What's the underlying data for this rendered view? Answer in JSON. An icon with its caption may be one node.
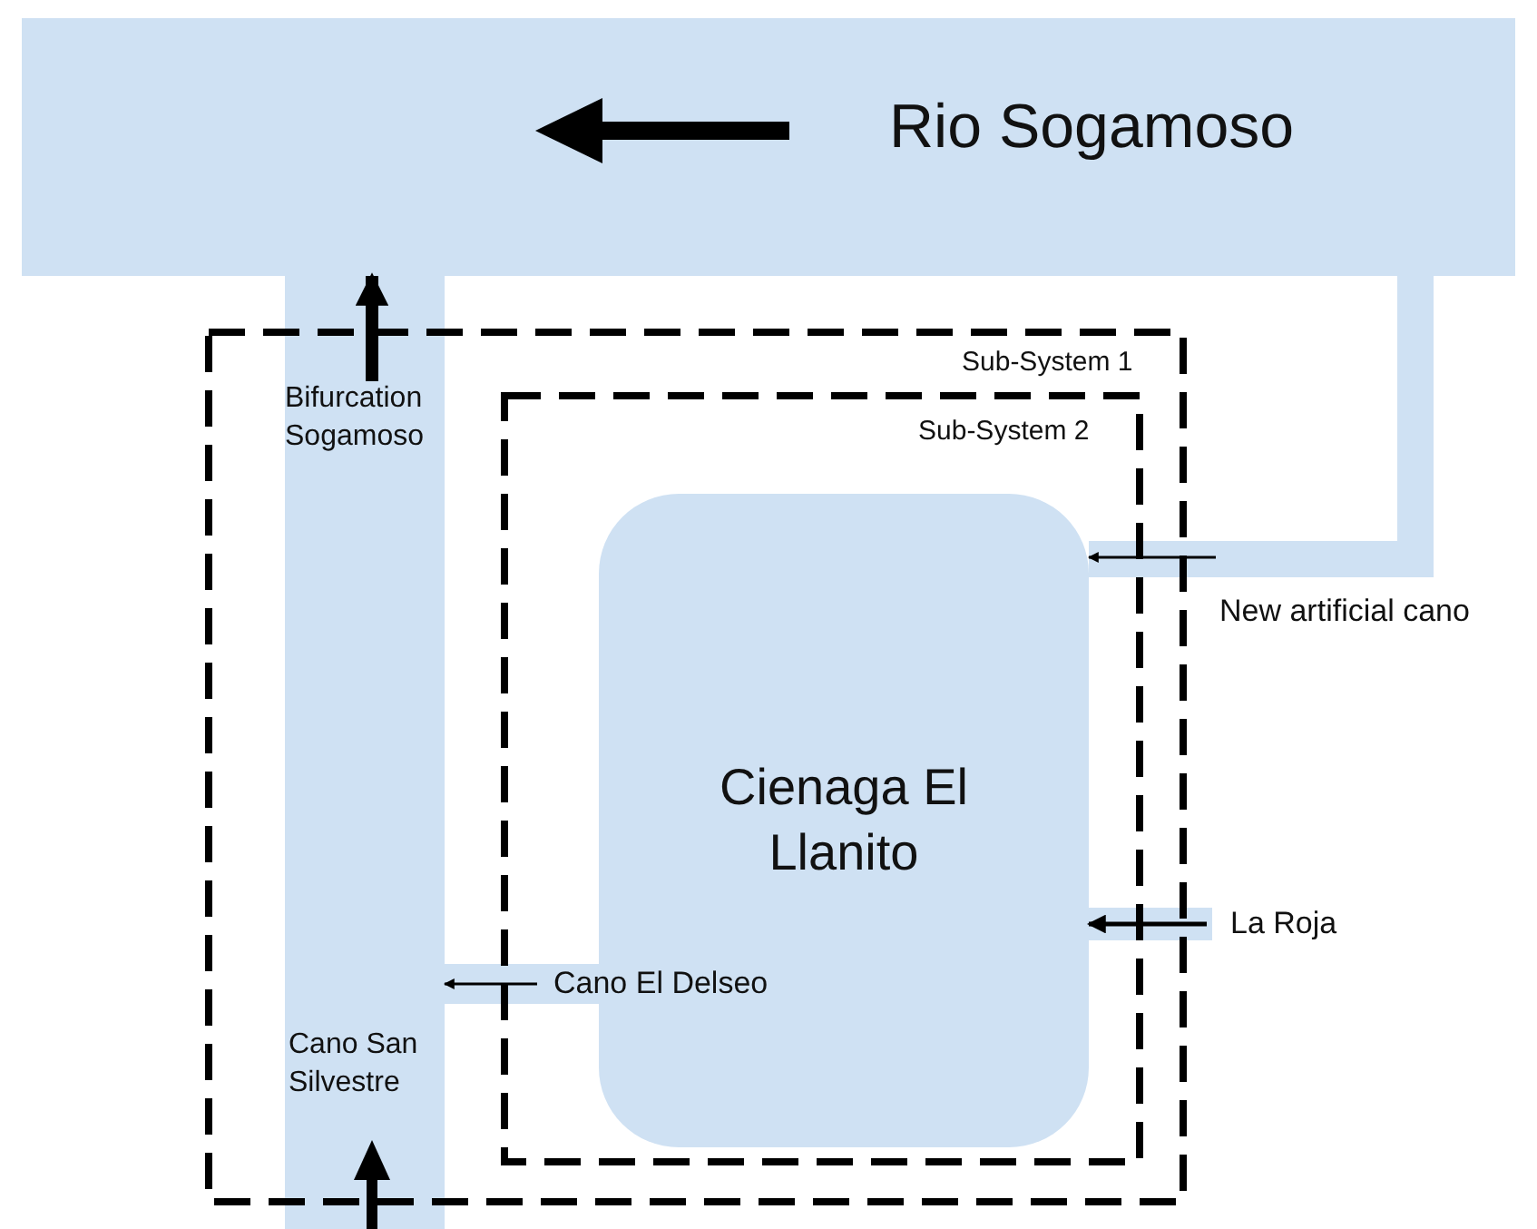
{
  "diagram": {
    "nodes": [
      {
        "text": [
          "Rio Sogamoso"
        ]
      },
      {
        "text": [
          "Sub-System 1"
        ]
      },
      {
        "text": [
          "Sub-System 2"
        ],
        "in": 1
      },
      {
        "text": [
          "Cienaga El Llanito"
        ],
        "in": 2
      },
      {
        "text": [
          "Bifurcation Sogamoso",
          "Cano San Silvestre"
        ]
      },
      {
        "text": [],
        "shape": "bar",
        "beside": [
          "New artificial cano"
        ]
      },
      {
        "text": [],
        "shape": "bar",
        "beside": [
          "Cano El Delseo"
        ],
        "in": 1
      },
      {
        "text": [],
        "shape": "bar",
        "beside": [
          "La Roja"
        ]
      }
    ],
    "edges": [
      {
        "from": 4,
        "to": 0,
        "arrow": "to",
        "style": "thick"
      },
      {
        "from": 5,
        "to": 3,
        "arrow": "to"
      },
      {
        "from": 6,
        "to": 4,
        "arrow": "to"
      },
      {
        "from": 7,
        "to": 3,
        "arrow": "to"
      }
    ]
  }
}
